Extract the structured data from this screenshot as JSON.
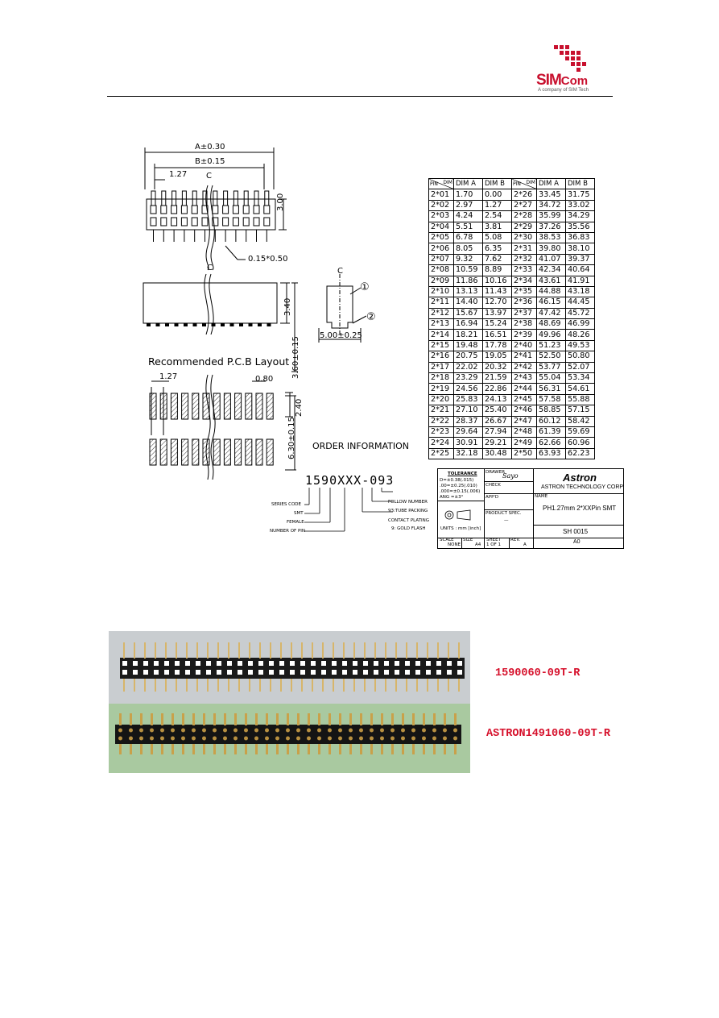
{
  "header": {
    "logo_main_red": "SIM",
    "logo_main_com": "Com",
    "logo_sub": "A company of SIM Tech"
  },
  "drawing": {
    "dim_a": "A±0.30",
    "dim_b": "B±0.15",
    "pitch": "1.27",
    "centerline": "C",
    "height_300": "3.00",
    "pin_size": "0.15*0.50",
    "height_340": "3.40",
    "height_360": "3.60±0.15",
    "width_500": "5.00±0.25",
    "callout_1": "①",
    "callout_2": "②",
    "pcb_title": "Recommended P.C.B Layout",
    "pcb_pitch": "1.27",
    "pcb_pad_w": "0.80",
    "pcb_pad_h": "2.40",
    "pcb_span": "6.30±0.15",
    "order_title": "ORDER INFORMATION",
    "order_code": "1590XXX-093",
    "order_labels": [
      "SERIES CODE",
      "SMT",
      "FEMALE",
      "NUMBER OF PIN",
      "FOLLOW NUMBER",
      "93:TUBE PACKING",
      "CONTACT PLATING",
      "9: GOLD FLASH"
    ]
  },
  "dim_table": {
    "headers": [
      "DIM",
      "PIN",
      "DIM A",
      "DIM B",
      "DIM",
      "PIN",
      "DIM A",
      "DIM B"
    ],
    "rows": [
      [
        "2*01",
        "1.70",
        "0.00",
        "2*26",
        "33.45",
        "31.75"
      ],
      [
        "2*02",
        "2.97",
        "1.27",
        "2*27",
        "34.72",
        "33.02"
      ],
      [
        "2*03",
        "4.24",
        "2.54",
        "2*28",
        "35.99",
        "34.29"
      ],
      [
        "2*04",
        "5.51",
        "3.81",
        "2*29",
        "37.26",
        "35.56"
      ],
      [
        "2*05",
        "6.78",
        "5.08",
        "2*30",
        "38.53",
        "36.83"
      ],
      [
        "2*06",
        "8.05",
        "6.35",
        "2*31",
        "39.80",
        "38.10"
      ],
      [
        "2*07",
        "9.32",
        "7.62",
        "2*32",
        "41.07",
        "39.37"
      ],
      [
        "2*08",
        "10.59",
        "8.89",
        "2*33",
        "42.34",
        "40.64"
      ],
      [
        "2*09",
        "11.86",
        "10.16",
        "2*34",
        "43.61",
        "41.91"
      ],
      [
        "2*10",
        "13.13",
        "11.43",
        "2*35",
        "44.88",
        "43.18"
      ],
      [
        "2*11",
        "14.40",
        "12.70",
        "2*36",
        "46.15",
        "44.45"
      ],
      [
        "2*12",
        "15.67",
        "13.97",
        "2*37",
        "47.42",
        "45.72"
      ],
      [
        "2*13",
        "16.94",
        "15.24",
        "2*38",
        "48.69",
        "46.99"
      ],
      [
        "2*14",
        "18.21",
        "16.51",
        "2*39",
        "49.96",
        "48.26"
      ],
      [
        "2*15",
        "19.48",
        "17.78",
        "2*40",
        "51.23",
        "49.53"
      ],
      [
        "2*16",
        "20.75",
        "19.05",
        "2*41",
        "52.50",
        "50.80"
      ],
      [
        "2*17",
        "22.02",
        "20.32",
        "2*42",
        "53.77",
        "52.07"
      ],
      [
        "2*18",
        "23.29",
        "21.59",
        "2*43",
        "55.04",
        "53.34"
      ],
      [
        "2*19",
        "24.56",
        "22.86",
        "2*44",
        "56.31",
        "54.61"
      ],
      [
        "2*20",
        "25.83",
        "24.13",
        "2*45",
        "57.58",
        "55.88"
      ],
      [
        "2*21",
        "27.10",
        "25.40",
        "2*46",
        "58.85",
        "57.15"
      ],
      [
        "2*22",
        "28.37",
        "26.67",
        "2*47",
        "60.12",
        "58.42"
      ],
      [
        "2*23",
        "29.64",
        "27.94",
        "2*48",
        "61.39",
        "59.69"
      ],
      [
        "2*24",
        "30.91",
        "29.21",
        "2*49",
        "62.66",
        "60.96"
      ],
      [
        "2*25",
        "32.18",
        "30.48",
        "2*50",
        "63.93",
        "62.23"
      ]
    ]
  },
  "title_block": {
    "tolerance_title": "TOLERANCE",
    "tol_lines": [
      "D=±0.38(.015)",
      ".00=±0.25(.010)",
      ".000=±0.15(.006)",
      "ANG =±3°"
    ],
    "drawer_label": "DRAWER",
    "drawer_sig": "Sayo",
    "check_label": "CHECK",
    "appd_label": "APP'D",
    "company_logo": "Astron",
    "company_name": "ASTRON TECHNOLOGY CORP",
    "name_label": "NAME",
    "product_name": "PH1.27mm 2*XXPin SMT",
    "spec_label": "PRODUCT SPEC.",
    "spec_value": "—",
    "units": "UNITS : mm [inch]",
    "doc_no": "SH  0015",
    "scale_label": "SCALE",
    "scale_value": "NONE",
    "size_label": "SIZE",
    "size_value": "A4",
    "sheet_label": "SHEET",
    "sheet_value": "1 OF 1",
    "rev_label": "REV.",
    "rev_value": "A",
    "rev_code": "A0"
  },
  "photo": {
    "label_top": "1590060-09T-R",
    "label_bottom": "ASTRON1491060-09T-R"
  }
}
